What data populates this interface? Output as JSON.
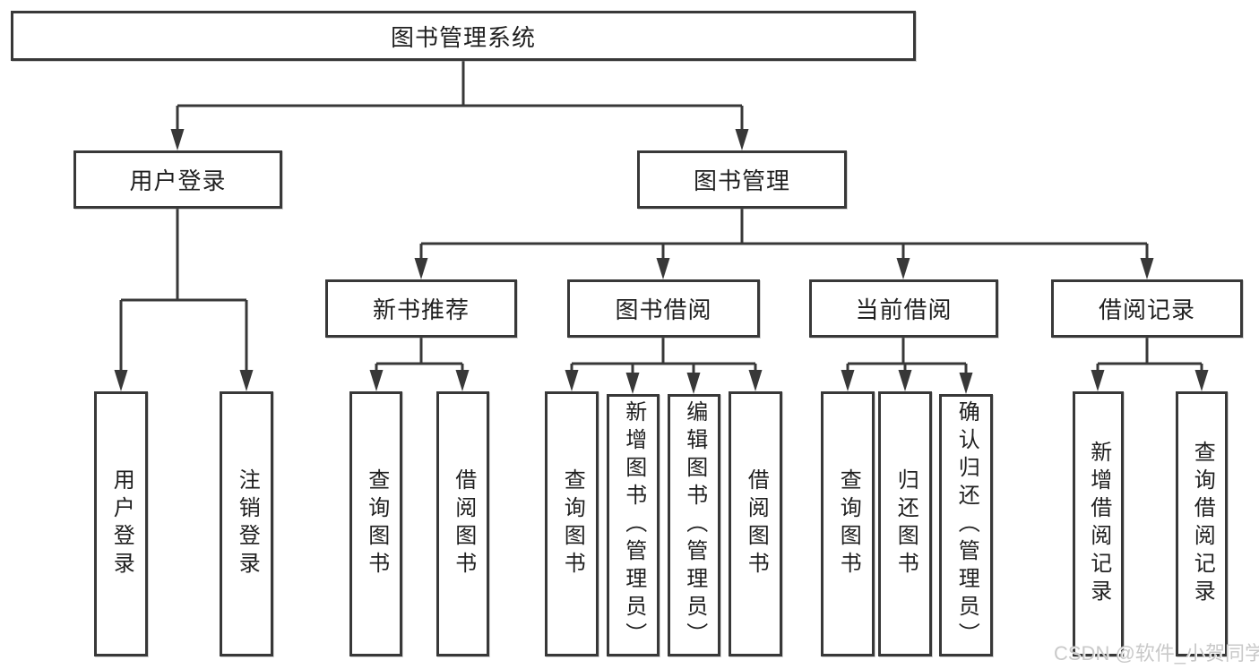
{
  "tree": {
    "label": "图书管理系统",
    "children": [
      {
        "label": "用户登录",
        "children": [
          {
            "label": "用户登录"
          },
          {
            "label": "注销登录"
          }
        ]
      },
      {
        "label": "图书管理",
        "children": [
          {
            "label": "新书推荐",
            "children": [
              {
                "label": "查询图书"
              },
              {
                "label": "借阅图书"
              }
            ]
          },
          {
            "label": "图书借阅",
            "children": [
              {
                "label": "查询图书"
              },
              {
                "label": "新增图书（管理员）"
              },
              {
                "label": "编辑图书（管理员）"
              },
              {
                "label": "借阅图书"
              }
            ]
          },
          {
            "label": "当前借阅",
            "children": [
              {
                "label": "查询图书"
              },
              {
                "label": "归还图书"
              },
              {
                "label": "确认归还（管理员）"
              }
            ]
          },
          {
            "label": "借阅记录",
            "children": [
              {
                "label": "新增借阅记录"
              },
              {
                "label": "查询借阅记录"
              }
            ]
          }
        ]
      }
    ]
  },
  "watermark": "CSDN @软件_小贺同学",
  "colors": {
    "line": "#383838",
    "text": "#1f1f1f",
    "watermark": "#c9c9c9",
    "background": "#ffffff"
  }
}
